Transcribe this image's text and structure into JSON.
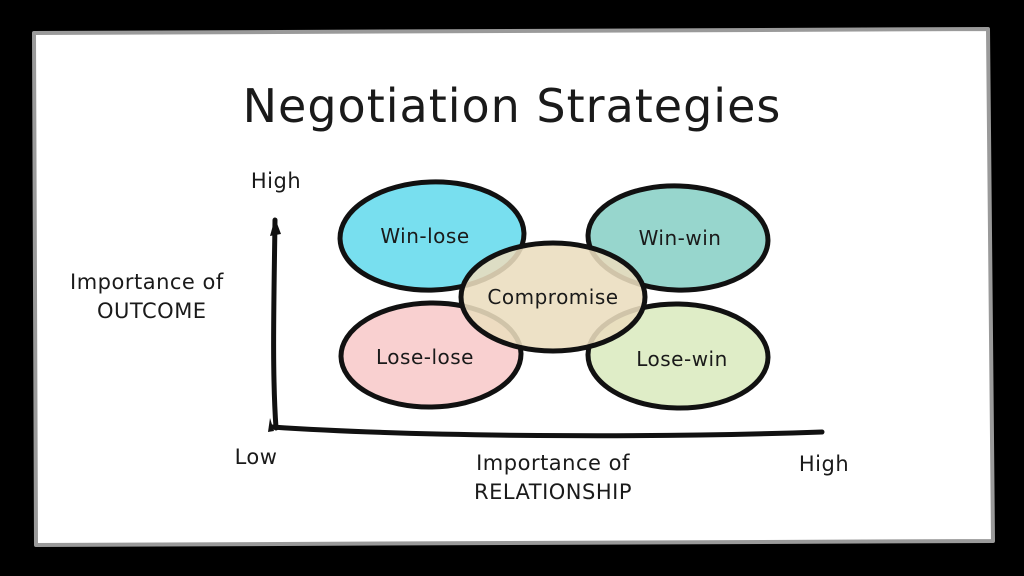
{
  "canvas": {
    "background_color": "#000000",
    "panel_color": "#ffffff",
    "panel_border_color": "#9a9a9a",
    "ink_color": "#1a1a1a"
  },
  "title": "Negotiation Strategies",
  "axes": {
    "y": {
      "label_line1": "Importance of",
      "label_line2": "OUTCOME",
      "high_tick": "High",
      "low_tick": "Low"
    },
    "x": {
      "label_line1": "Importance of",
      "label_line2": "RELATIONSHIP",
      "low_tick": "Low",
      "high_tick": "High"
    }
  },
  "chart_data": {
    "type": "scatter",
    "title": "Negotiation Strategies",
    "xlabel": "Importance of RELATIONSHIP",
    "ylabel": "Importance of OUTCOME",
    "xlim": [
      "Low",
      "High"
    ],
    "ylim": [
      "Low",
      "High"
    ],
    "grid": false,
    "legend": "none",
    "annotations": [
      {
        "label": "Win-lose",
        "x": "Low",
        "y": "High",
        "color": "#6cdcee",
        "quadrant": "top-left"
      },
      {
        "label": "Win-win",
        "x": "High",
        "y": "High",
        "color": "#8ed3c9",
        "quadrant": "top-right"
      },
      {
        "label": "Compromise",
        "x": "Medium",
        "y": "Medium",
        "color": "#eaddbe",
        "quadrant": "center"
      },
      {
        "label": "Lose-lose",
        "x": "Low",
        "y": "Low",
        "color": "#f9cccc",
        "quadrant": "bottom-left"
      },
      {
        "label": "Lose-win",
        "x": "High",
        "y": "Low",
        "color": "#dcebc2",
        "quadrant": "bottom-right"
      }
    ]
  },
  "bubbles": {
    "win_lose": {
      "label": "Win-lose",
      "fill": "#6cdcee"
    },
    "win_win": {
      "label": "Win-win",
      "fill": "#8ed3c9"
    },
    "compromise": {
      "label": "Compromise",
      "fill": "#eaddbe"
    },
    "lose_lose": {
      "label": "Lose-lose",
      "fill": "#f9cccc"
    },
    "lose_win": {
      "label": "Lose-win",
      "fill": "#dcebc2"
    }
  }
}
